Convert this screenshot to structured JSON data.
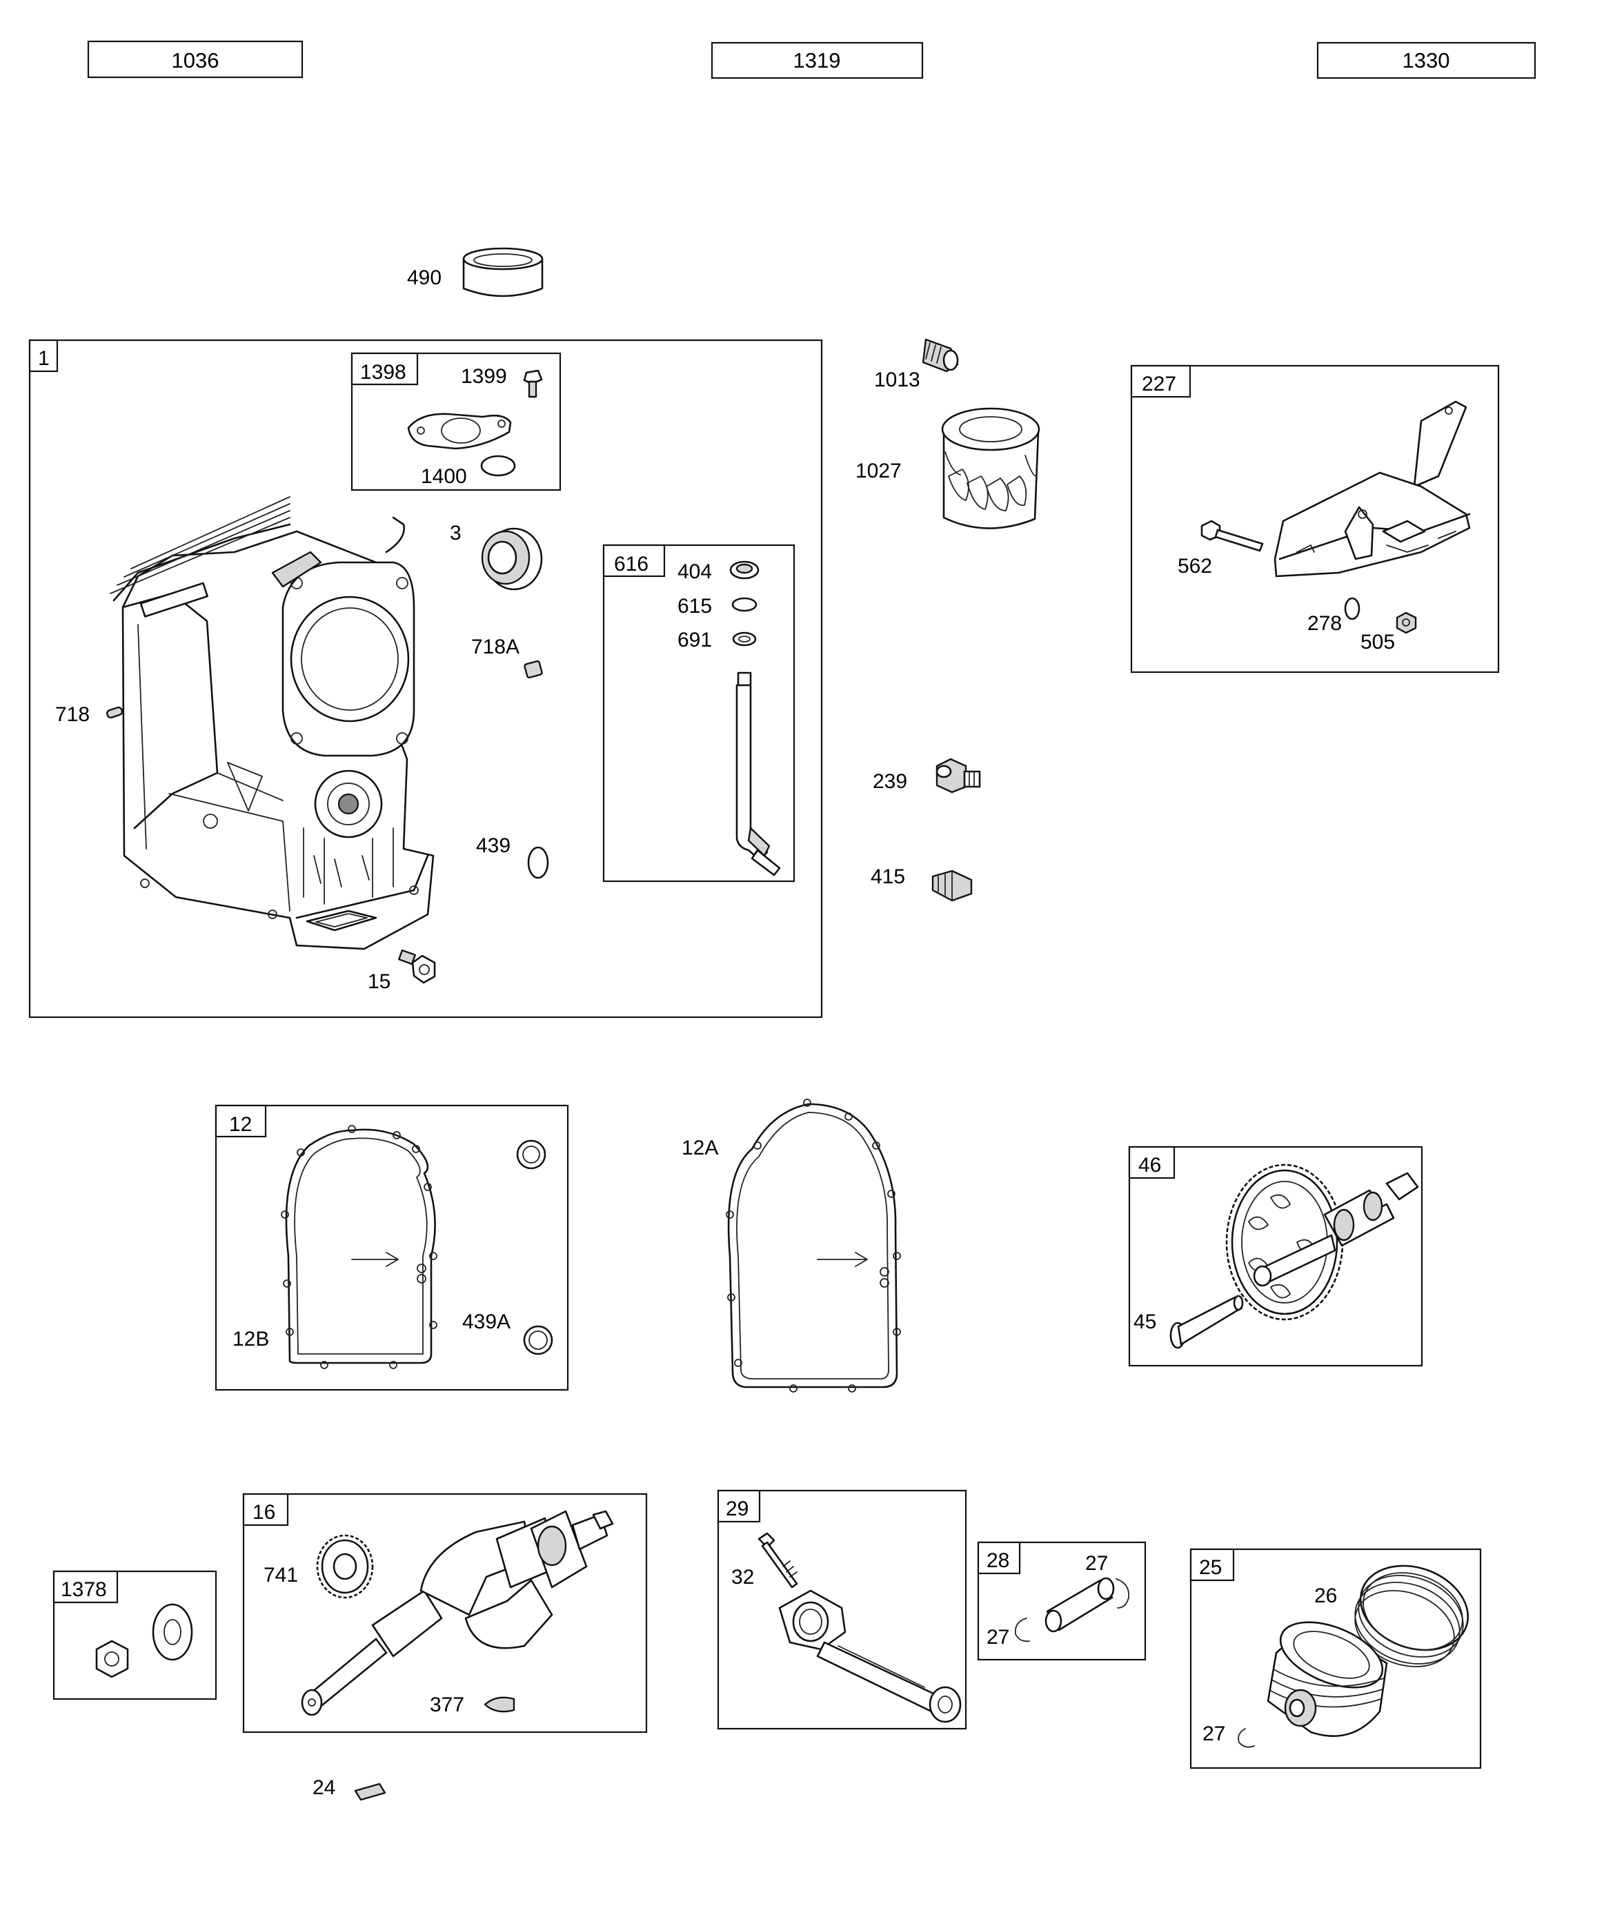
{
  "header": {
    "left_code": "1036",
    "center_code": "1319",
    "right_code": "1330"
  },
  "groups": {
    "g1": "1",
    "g1398": "1398",
    "g616": "616",
    "g227": "227",
    "g12": "12",
    "g46": "46",
    "g16": "16",
    "g1378": "1378",
    "g29": "29",
    "g28": "28",
    "g25": "25"
  },
  "callouts": {
    "c490": "490",
    "c1399": "1399",
    "c1400": "1400",
    "c3": "3",
    "c718A": "718A",
    "c718": "718",
    "c439": "439",
    "c15": "15",
    "c404": "404",
    "c615": "615",
    "c691": "691",
    "c1013": "1013",
    "c1027": "1027",
    "c239": "239",
    "c415": "415",
    "c562": "562",
    "c278": "278",
    "c505": "505",
    "c12A": "12A",
    "c12B": "12B",
    "c439A": "439A",
    "c45": "45",
    "c741": "741",
    "c377": "377",
    "c32": "32",
    "c27a": "27",
    "c27b": "27",
    "c27c": "27",
    "c26": "26",
    "c24": "24"
  },
  "icons": [
    "crankcase-block",
    "bearing-seal",
    "dipstick-tube",
    "oil-filter",
    "oil-pressure-switch",
    "pipe-plug",
    "governor-bracket",
    "gasket-outline",
    "camshaft-gear",
    "crankshaft",
    "connecting-rod",
    "piston-pin",
    "piston-with-rings",
    "hex-nut",
    "washer",
    "key"
  ],
  "colors": {
    "line": "#111111",
    "shade": "#d6d6d6",
    "background": "#ffffff"
  }
}
